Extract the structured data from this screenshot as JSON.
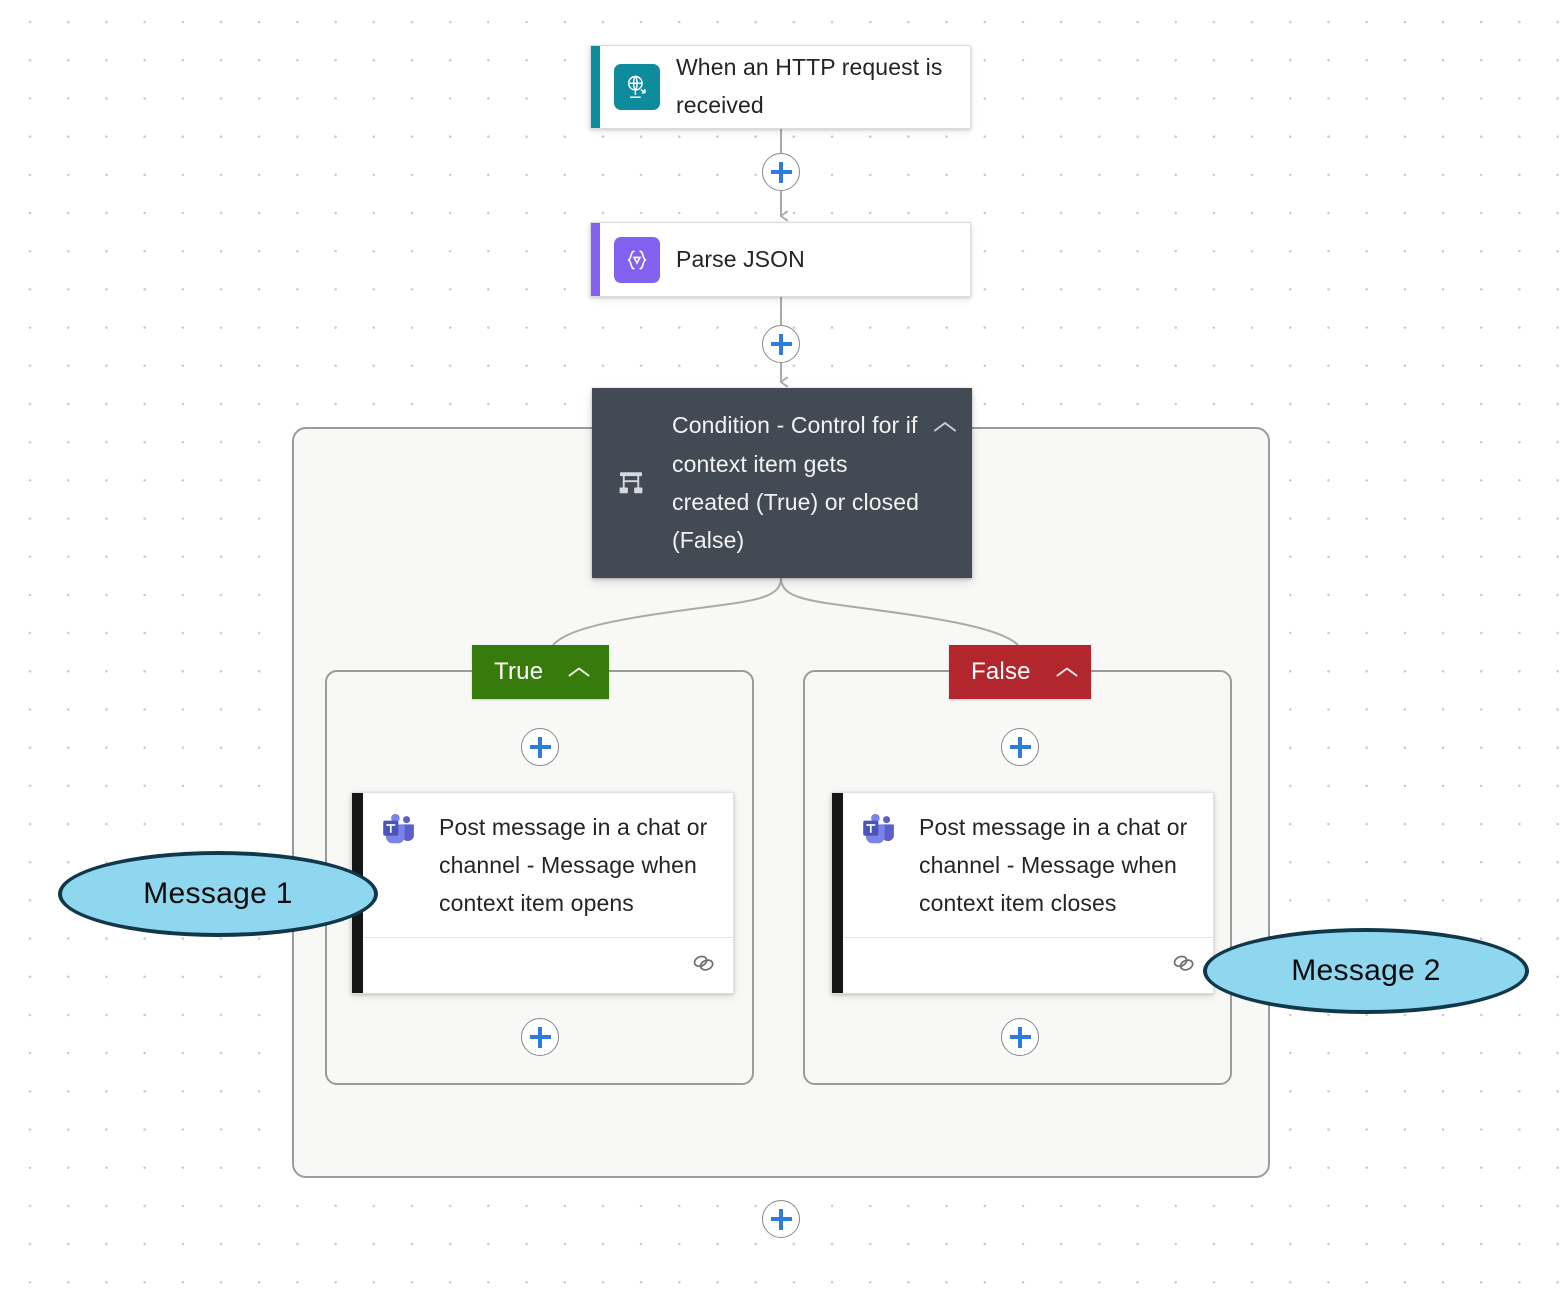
{
  "canvas": {
    "background_color": "#ffffff",
    "grid_dot_color": "#c9c9c9"
  },
  "nodes": {
    "trigger": {
      "title": "When an HTTP request is received",
      "icon": "http-request-icon",
      "accent_color": "#0f8b9e"
    },
    "parse_json": {
      "title": "Parse JSON",
      "icon": "json-braces-icon",
      "accent_color": "#8361f0"
    },
    "condition": {
      "title": "Condition - Control for if context item gets created (True) or closed (False)",
      "icon": "condition-branch-icon",
      "collapse_icon": "chevron-up-icon",
      "background_color": "#424a54"
    }
  },
  "branches": [
    {
      "key": "true",
      "label": "True",
      "color": "#377b0c",
      "collapse_icon": "chevron-up-icon",
      "action": {
        "title": "Post message in a chat or channel - Message when context item opens",
        "icon": "microsoft-teams-icon",
        "footer_icon": "link-chain-icon",
        "accent_color": "#151515"
      }
    },
    {
      "key": "false",
      "label": "False",
      "color": "#b2272e",
      "collapse_icon": "chevron-up-icon",
      "action": {
        "title": "Post message in a chat or channel - Message when context item closes",
        "icon": "microsoft-teams-icon",
        "footer_icon": "link-chain-icon",
        "accent_color": "#151515"
      }
    }
  ],
  "add_buttons": [
    {
      "id": "add-after-trigger",
      "icon": "plus-icon",
      "color": "#2e7ae0"
    },
    {
      "id": "add-after-parse-json",
      "icon": "plus-icon",
      "color": "#2e7ae0"
    },
    {
      "id": "add-true-before-action",
      "icon": "plus-icon",
      "color": "#2e7ae0"
    },
    {
      "id": "add-false-before-action",
      "icon": "plus-icon",
      "color": "#2e7ae0"
    },
    {
      "id": "add-true-after-action",
      "icon": "plus-icon",
      "color": "#2e7ae0"
    },
    {
      "id": "add-false-after-action",
      "icon": "plus-icon",
      "color": "#2e7ae0"
    },
    {
      "id": "add-after-condition",
      "icon": "plus-icon",
      "color": "#2e7ae0"
    }
  ],
  "annotations": [
    {
      "id": "callout-1",
      "label": "Message 1",
      "fill": "#8fd6ef",
      "stroke": "#11384a"
    },
    {
      "id": "callout-2",
      "label": "Message 2",
      "fill": "#8fd6ef",
      "stroke": "#11384a"
    }
  ]
}
